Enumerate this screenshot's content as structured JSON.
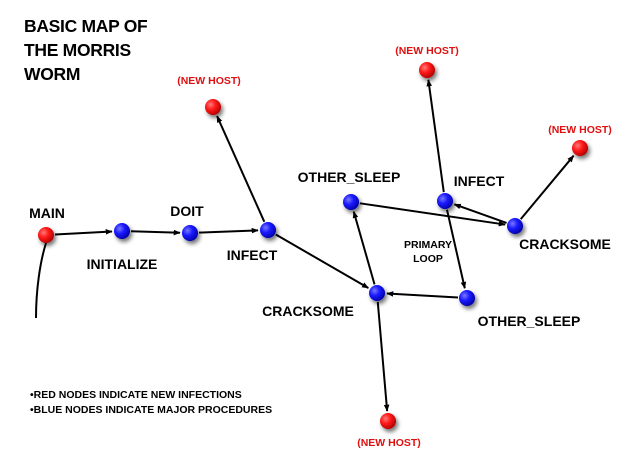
{
  "diagram": {
    "title": "BASIC MAP OF\nTHE MORRIS\nWORM",
    "colors": {
      "infection_node": "#ff1a1a",
      "procedure_node": "#1a1aff",
      "new_host_label": "#e01010",
      "edge": "#000000"
    },
    "nodes": [
      {
        "id": "main",
        "label": "MAIN",
        "kind": "infection"
      },
      {
        "id": "initialize",
        "label": "INITIALIZE",
        "kind": "procedure"
      },
      {
        "id": "doit",
        "label": "DOIT",
        "kind": "procedure"
      },
      {
        "id": "infect_1",
        "label": "INFECT",
        "kind": "procedure"
      },
      {
        "id": "new_host_1",
        "label": "(NEW HOST)",
        "kind": "infection"
      },
      {
        "id": "cracksome_1",
        "label": "CRACKSOME",
        "kind": "procedure"
      },
      {
        "id": "new_host_2",
        "label": "(NEW HOST)",
        "kind": "infection"
      },
      {
        "id": "other_sleep_1",
        "label": "OTHER_SLEEP",
        "kind": "procedure"
      },
      {
        "id": "cracksome_2",
        "label": "CRACKSOME",
        "kind": "procedure"
      },
      {
        "id": "new_host_3",
        "label": "(NEW HOST)",
        "kind": "infection"
      },
      {
        "id": "infect_2",
        "label": "INFECT",
        "kind": "procedure"
      },
      {
        "id": "new_host_4",
        "label": "(NEW HOST)",
        "kind": "infection"
      },
      {
        "id": "other_sleep_2",
        "label": "OTHER_SLEEP",
        "kind": "procedure"
      }
    ],
    "edges": [
      {
        "from": "main",
        "to": "initialize"
      },
      {
        "from": "initialize",
        "to": "doit"
      },
      {
        "from": "doit",
        "to": "infect_1"
      },
      {
        "from": "infect_1",
        "to": "new_host_1"
      },
      {
        "from": "infect_1",
        "to": "cracksome_1"
      },
      {
        "from": "cracksome_1",
        "to": "new_host_2"
      },
      {
        "from": "cracksome_1",
        "to": "other_sleep_1"
      },
      {
        "from": "other_sleep_1",
        "to": "cracksome_2"
      },
      {
        "from": "cracksome_2",
        "to": "new_host_3"
      },
      {
        "from": "cracksome_2",
        "to": "infect_2"
      },
      {
        "from": "infect_2",
        "to": "new_host_4"
      },
      {
        "from": "infect_2",
        "to": "other_sleep_2"
      },
      {
        "from": "other_sleep_2",
        "to": "cracksome_1"
      }
    ],
    "loop_label": "PRIMARY\nLOOP",
    "notes": [
      "•RED NODES INDICATE NEW INFECTIONS",
      "•BLUE NODES INDICATE MAJOR PROCEDURES"
    ]
  }
}
